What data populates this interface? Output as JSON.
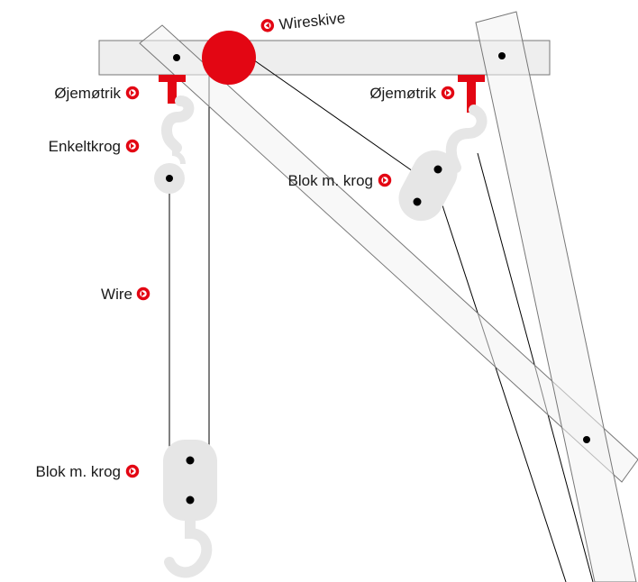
{
  "labels": {
    "wireskive": "Wireskive",
    "ojemotrik_left": "Øjemøtrik",
    "ojemotrik_right": "Øjemøtrik",
    "enkeltkrog": "Enkeltkrog",
    "blok_upper": "Blok m. krog",
    "wire": "Wire",
    "blok_lower": "Blok m. krog"
  },
  "colors": {
    "accent": "#e30613",
    "beam_fill": "#eeeeee",
    "beam_stroke": "#777777",
    "hardware_fill": "#e6e6e6",
    "line": "#000000"
  },
  "icons": {
    "pointer": "red-ring-arrow-icon"
  }
}
